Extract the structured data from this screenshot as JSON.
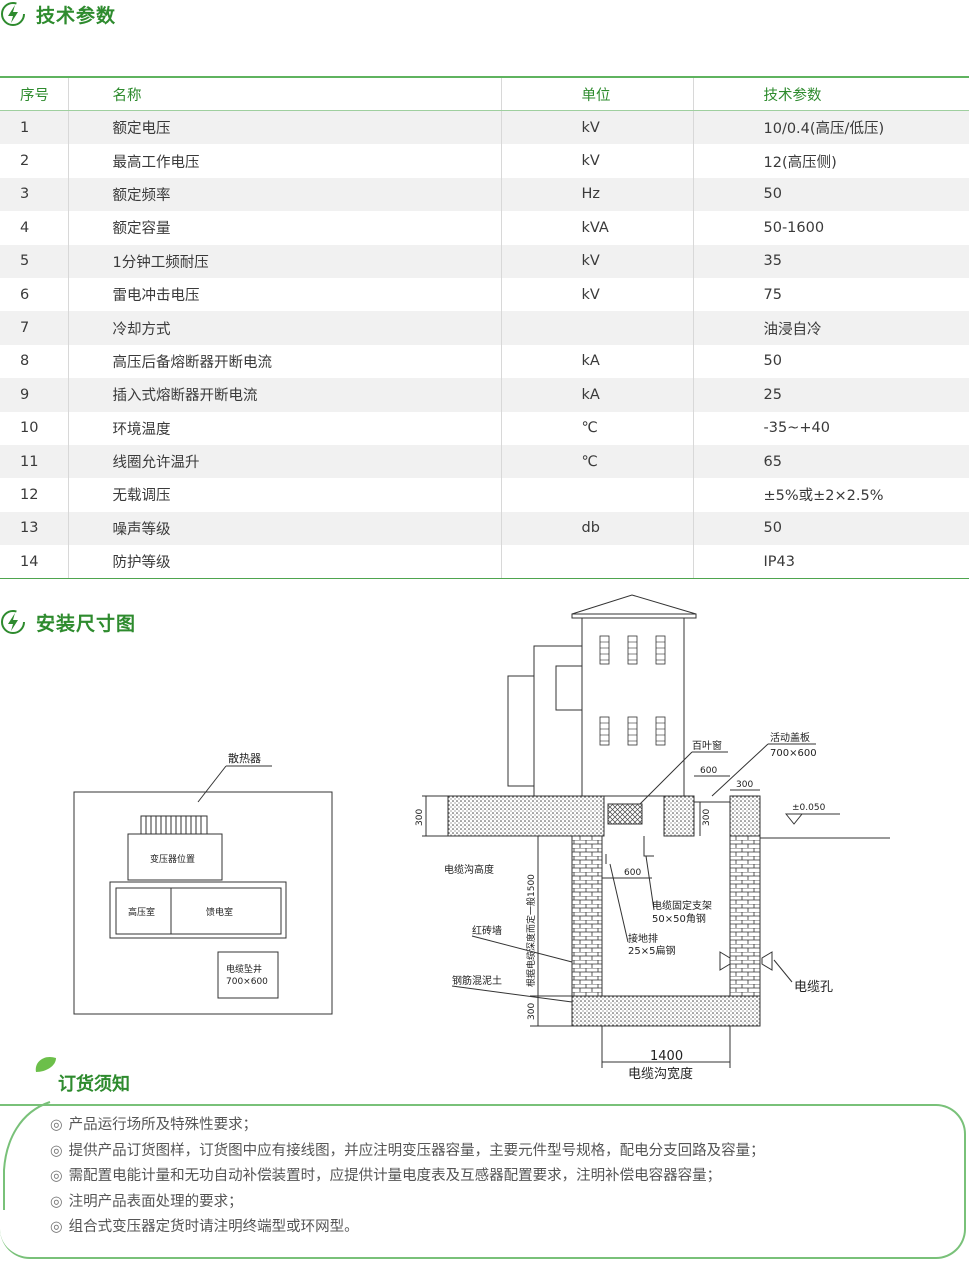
{
  "spec_section": {
    "title": "技术参数"
  },
  "table": {
    "headers": [
      "序号",
      "名称",
      "单位",
      "技术参数"
    ],
    "rows": [
      [
        "1",
        "额定电压",
        "kV",
        "10/0.4(高压/低压)"
      ],
      [
        "2",
        "最高工作电压",
        "kV",
        "12(高压侧)"
      ],
      [
        "3",
        "额定频率",
        "Hz",
        "50"
      ],
      [
        "4",
        "额定容量",
        "kVA",
        " 50-1600"
      ],
      [
        "5",
        "1分钟工频耐压",
        "kV",
        " 35"
      ],
      [
        "6",
        "雷电冲击电压",
        "kV",
        " 75"
      ],
      [
        "7",
        "冷却方式",
        "",
        "油浸自冷"
      ],
      [
        "8",
        "高压后备熔断器开断电流",
        "kA",
        "50"
      ],
      [
        "9",
        "插入式熔断器开断电流",
        "kA",
        " 25"
      ],
      [
        "10",
        "环境温度",
        "℃",
        "-35~+40"
      ],
      [
        "11",
        "线圈允许温升",
        "℃",
        "65"
      ],
      [
        "12",
        "无载调压",
        "",
        " ±5%或±2×2.5%"
      ],
      [
        "13",
        "噪声等级",
        "db",
        "50"
      ],
      [
        "14",
        "防护等级",
        "",
        " IP43"
      ]
    ]
  },
  "install_section": {
    "title": "安装尺寸图"
  },
  "plan": {
    "radiator": "散热器",
    "transformer_position": "变压器位置",
    "hv_room": "高压室",
    "feeder_room": "馈电室",
    "cable_shaft": "电缆坠井",
    "cable_shaft_size": "700×600"
  },
  "section_drawing": {
    "louver": "百叶窗",
    "cover_plate": "活动盖板",
    "cover_plate_size": "700×600",
    "dim_600_top": "600",
    "dim_300_right": "300",
    "dim_300_mid": "300",
    "dim_300_left": "300",
    "dim_300_bottom": "300",
    "level": "±0.050",
    "trench_height": "电缆沟高度",
    "depth_note": "根据电缆深度而定一般1500",
    "dim_600_inner": "600",
    "bracket": "电缆固定支架",
    "bracket_spec": "50×50角钢",
    "ground_bar": "接地排",
    "ground_bar_spec": "25×5扁钢",
    "brick_wall": "红砖墙",
    "concrete": "钢筋混泥土",
    "cable_hole": "电缆孔",
    "width_dim": "1400",
    "trench_width": "电缆沟宽度"
  },
  "order_section": {
    "title": "订货须知",
    "bullet": "◎",
    "items": [
      "产品运行场所及特殊性要求；",
      "提供产品订货图样，订货图中应有接线图，并应注明变压器容量，主要元件型号规格，配电分支回路及容量；",
      "需配置电能计量和无功自动补偿装置时，应提供计量电度表及互感器配置要求，注明补偿电容器容量；",
      "注明产品表面处理的要求；",
      "组合式变压器定货时请注明终端型或环网型。"
    ]
  },
  "colors": {
    "accent": "#2e8b2e",
    "line_green": "#5fb35f"
  }
}
